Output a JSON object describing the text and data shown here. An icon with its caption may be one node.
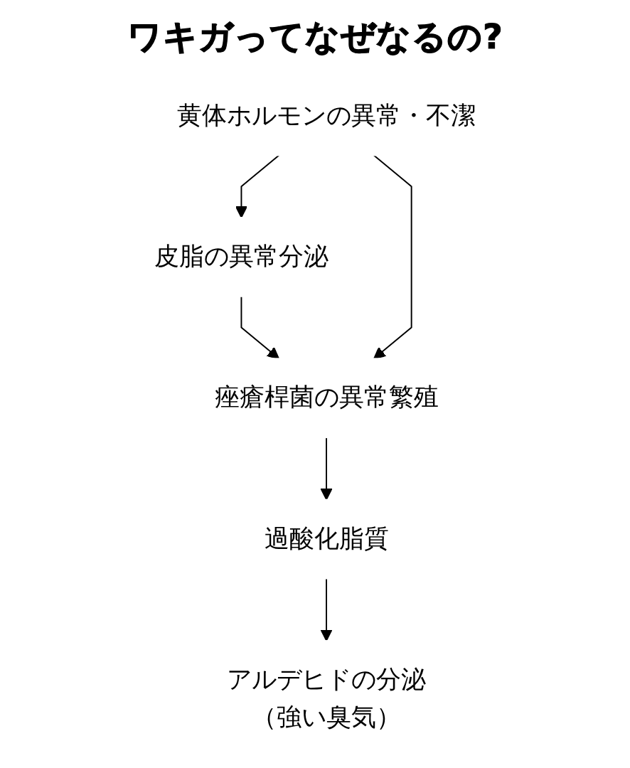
{
  "diagram": {
    "title": "ワキガってなぜなるの?",
    "nodes": [
      {
        "text": [
          "黄体ホルモンの異常・不潔"
        ]
      },
      {
        "text": [
          "皮脂の異常分泌"
        ]
      },
      {
        "text": [
          "痤瘡桿菌の異常繁殖"
        ]
      },
      {
        "text": [
          "過酸化脂質"
        ]
      },
      {
        "text": [
          "アルデヒドの分泌",
          "（強い臭気）"
        ]
      }
    ],
    "edges": [
      {
        "from": 0,
        "to": 1,
        "arrow": "to"
      },
      {
        "from": 1,
        "to": 2,
        "arrow": "to"
      },
      {
        "from": 2,
        "to": 3,
        "arrow": "to"
      },
      {
        "from": 3,
        "to": 4,
        "arrow": "to"
      },
      {
        "from": 0,
        "to": 2,
        "arrow": "to"
      }
    ]
  }
}
